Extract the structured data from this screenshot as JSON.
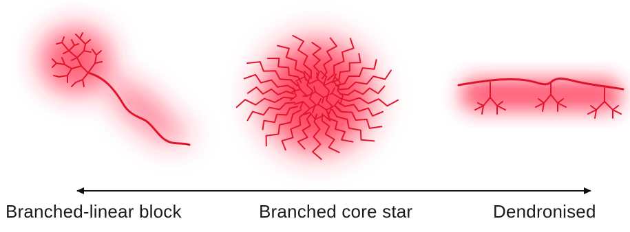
{
  "colors": {
    "polymer": "#e0152b",
    "glow": "#ff2a4a",
    "arrow": "#111111"
  },
  "labels": {
    "branched_linear_block": "Branched-linear block",
    "branched_core_star": "Branched core star",
    "dendronised": "Dendronised"
  },
  "axis": {
    "arrow_style": "double-headed"
  }
}
